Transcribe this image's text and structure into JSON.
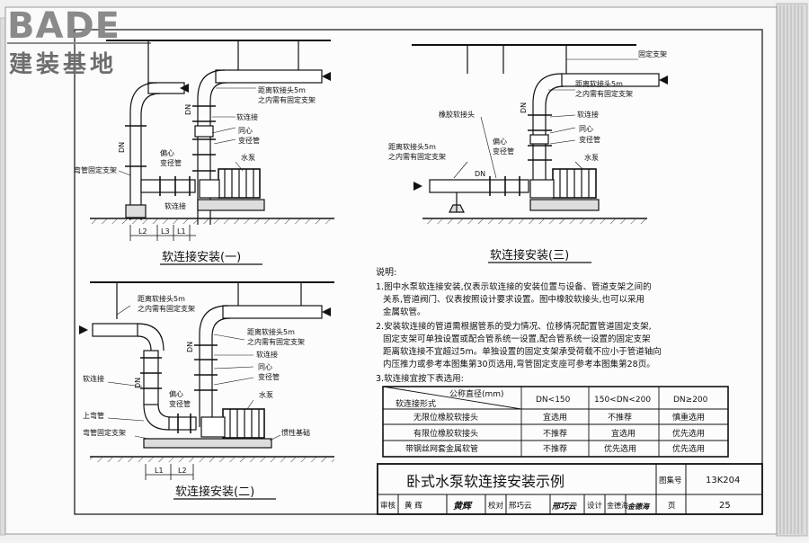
{
  "logo": {
    "brand": "BADE",
    "subtitle": "建装基地"
  },
  "figure1": {
    "title": "软连接安装(一)",
    "labels": {
      "note_a": "距离软接头5m",
      "note_b": "之内需有固定支架",
      "flex": "软连接",
      "concentric_a": "同心",
      "concentric_b": "变径管",
      "eccentric_a": "偏心",
      "eccentric_b": "变径管",
      "pump": "水泵",
      "elbow_support": "弯管固定支架",
      "flex_lower": "软连接",
      "dn_a": "DN",
      "dn_b": "DN",
      "l1": "L1",
      "l2": "L2",
      "l3": "L3"
    }
  },
  "figure2": {
    "title": "软连接安装(二)",
    "labels": {
      "note_a": "距离软接头5m",
      "note_b": "之内需有固定支架",
      "note2_a": "距离软接头5m",
      "note2_b": "之内需有固定支架",
      "flex": "软连接",
      "concentric_a": "同心",
      "concentric_b": "变径管",
      "eccentric_a": "偏心",
      "eccentric_b": "变径管",
      "pump": "水泵",
      "upper_elbow": "上弯管",
      "elbow_support": "弯管固定支架",
      "inertia_base": "惯性基础",
      "dn_a": "DN",
      "dn_b": "DN",
      "l1": "L1",
      "l2": "L2"
    }
  },
  "figure3": {
    "title": "软连接安装(三)",
    "labels": {
      "fixed_support": "固定支架",
      "note_a": "距离软接头5m",
      "note_b": "之内需有固定支架",
      "note2_a": "距离软接头5m",
      "note2_b": "之内需有固定支架",
      "rubber_joint": "橡胶软接头",
      "flex": "软连接",
      "concentric_a": "同心",
      "concentric_b": "变径管",
      "eccentric_a": "偏心",
      "eccentric_b": "变径管",
      "pump": "水泵",
      "dn_a": "DN",
      "dn_b": "DN"
    }
  },
  "notes": {
    "heading": "说明:",
    "lines": [
      "1.图中水泵软连接安装,仅表示软连接的安装位置与设备、管道支架之间的",
      "关系,管道阀门、仪表按照设计要求设置。图中橡胶软接头,也可以采用",
      "金属软管。",
      "2.安装软连接的管道需根据管系的受力情况、位移情况配置管道固定支架,",
      "固定支架可单独设置或配合管系统一设置,配合管系统一设置的固定支架",
      "距离软连接不宜超过5m。单独设置的固定支架承受荷载不应小于管道轴向",
      "内压推力或参考本图集第30页选用,弯管固定支座可参考本图集第28页。",
      "3.软连接宜按下表选用:"
    ]
  },
  "table": {
    "header_dn": "公称直径(mm)",
    "header_type": "软连接形式",
    "columns": [
      "DN<150",
      "150<DN<200",
      "DN≥200"
    ],
    "rows": [
      {
        "name": "无限位橡胶软接头",
        "cells": [
          "宜选用",
          "不推荐",
          "慎重选用"
        ]
      },
      {
        "name": "有限位橡胶软接头",
        "cells": [
          "不推荐",
          "宜选用",
          "优先选用"
        ]
      },
      {
        "name": "带钢丝网套金属软管",
        "cells": [
          "不推荐",
          "优先选用",
          "优先选用"
        ]
      }
    ]
  },
  "titleblock": {
    "title": "卧式水泵软连接安装示例",
    "atlas_label": "图集号",
    "atlas_no": "13K204",
    "review_label": "审核",
    "reviewer": "黄 辉",
    "review_sign": "黄辉",
    "check_label": "校对",
    "checker": "邢巧云",
    "check_sign": "邢巧云",
    "design_label": "设计",
    "designer": "金德海",
    "design_sign": "金德海",
    "page_label": "页",
    "page_no": "25"
  }
}
